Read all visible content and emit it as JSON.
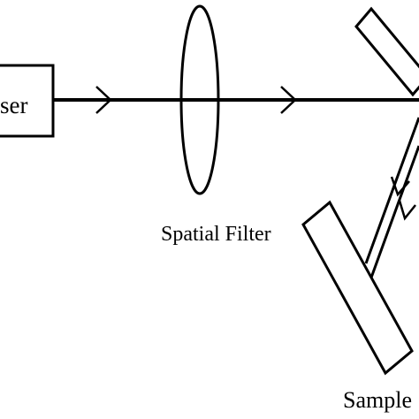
{
  "diagram": {
    "labels": {
      "laser": "ser",
      "spatial_filter": "Spatial Filter",
      "sample": "Sample"
    },
    "colors": {
      "stroke": "#000000",
      "background": "#ffffff"
    }
  }
}
